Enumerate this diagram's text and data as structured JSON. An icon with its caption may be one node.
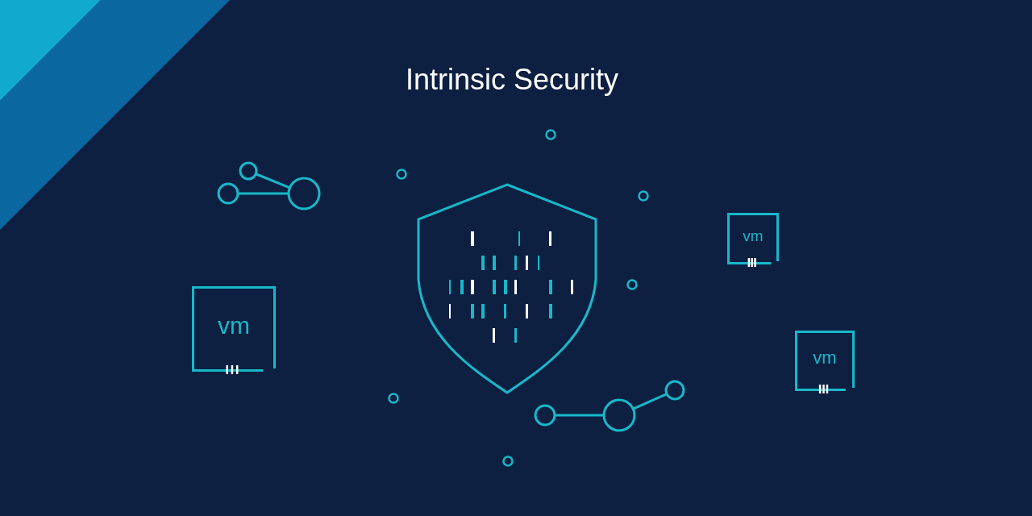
{
  "diagram": {
    "title": "Intrinsic Security",
    "nodes": [
      {
        "text": [],
        "shape": "circle"
      },
      {
        "text": [],
        "shape": "circle"
      },
      {
        "text": [],
        "shape": "circle"
      },
      {
        "text": [
          "vm"
        ]
      },
      {
        "text": [],
        "shape": "picture"
      },
      {
        "text": [
          "vm"
        ]
      },
      {
        "text": [
          "vm"
        ]
      },
      {
        "text": [],
        "shape": "circle"
      },
      {
        "text": [],
        "shape": "circle"
      },
      {
        "text": [],
        "shape": "circle"
      }
    ],
    "edges": [
      {
        "from": 0,
        "to": 2,
        "arrow": "none"
      },
      {
        "from": 1,
        "to": 2,
        "arrow": "none"
      },
      {
        "from": 7,
        "to": 8,
        "arrow": "none"
      },
      {
        "from": 8,
        "to": 9,
        "arrow": "none"
      }
    ]
  }
}
